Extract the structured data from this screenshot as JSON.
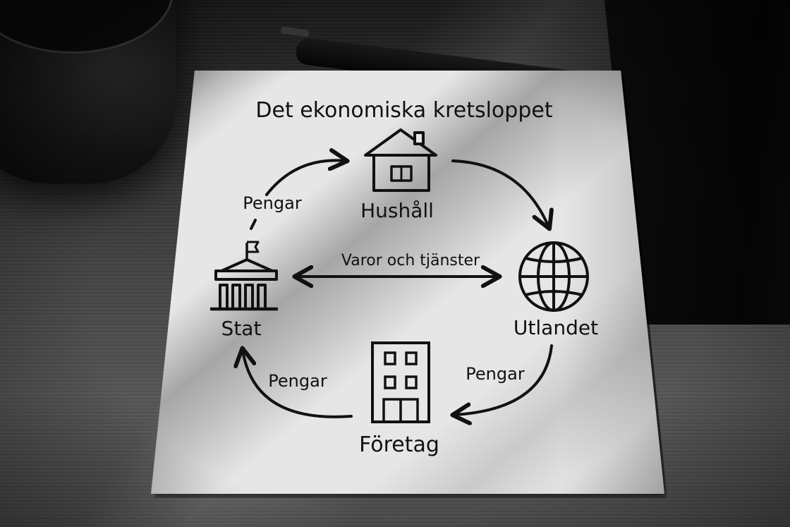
{
  "diagram": {
    "title": "Det ekonomiska kretsloppet",
    "nodes": {
      "household": {
        "label": "Hushåll",
        "icon": "house-icon"
      },
      "abroad": {
        "label": "Utlandet",
        "icon": "globe-icon"
      },
      "company": {
        "label": "Företag",
        "icon": "building-icon"
      },
      "state": {
        "label": "Stat",
        "icon": "government-building-icon"
      }
    },
    "edges": {
      "state_to_household": {
        "label": "Pengar",
        "from": "Stat",
        "to": "Hushåll"
      },
      "household_to_abroad": {
        "label": "",
        "from": "Hushåll",
        "to": "Utlandet"
      },
      "abroad_to_company": {
        "label": "Pengar",
        "from": "Utlandet",
        "to": "Företag"
      },
      "company_to_state": {
        "label": "Pengar",
        "from": "Företag",
        "to": "Stat"
      },
      "state_abroad": {
        "label": "Varor och tjänster",
        "from": "Stat",
        "to": "Utlandet",
        "bidirectional": true
      }
    }
  },
  "scene": {
    "colors": {
      "paper": "#e6e6e6",
      "ink": "#111111",
      "desk": "#3a3a3a"
    },
    "objects": [
      "coffee-mug",
      "pen",
      "dark-notebook",
      "paper-sheet",
      "wooden-desk"
    ]
  }
}
